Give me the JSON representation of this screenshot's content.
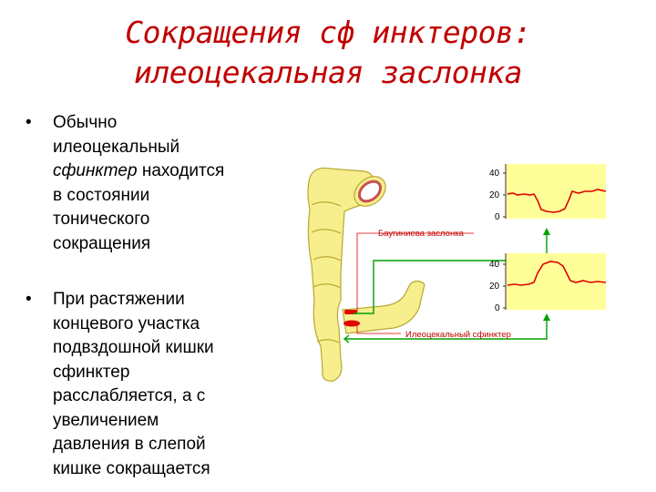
{
  "title": {
    "line1": "Сокращения сф инктеров:",
    "line2": "илеоцекальная заслонка"
  },
  "bullets": [
    {
      "marker": "•",
      "lines": [
        "Обычно",
        "илеоцекальный",
        "сфинктер",
        " находится",
        "в состоянии",
        "тонического",
        "сокращения"
      ]
    },
    {
      "marker": "•",
      "lines": [
        "При растяжении",
        "концевого участка",
        "подвздошной кишки",
        "сфинктер",
        "расслабляется, а с",
        "увеличением",
        "давления в слепой",
        "кишке сокращается"
      ]
    }
  ],
  "figure": {
    "label_valve": "Баугиниева заслонка",
    "label_sphincter": "Илеоцекальный сфинктер",
    "top_chart": {
      "ticks": [
        "40",
        "20",
        "0"
      ]
    },
    "bottom_chart": {
      "ticks": [
        "40",
        "20",
        "0"
      ]
    }
  },
  "colors": {
    "title": "#c00000",
    "intestine": "#f7ee8e",
    "chart_bg": "#ffff99",
    "trace": "#e00000",
    "lines": "#00a000"
  }
}
